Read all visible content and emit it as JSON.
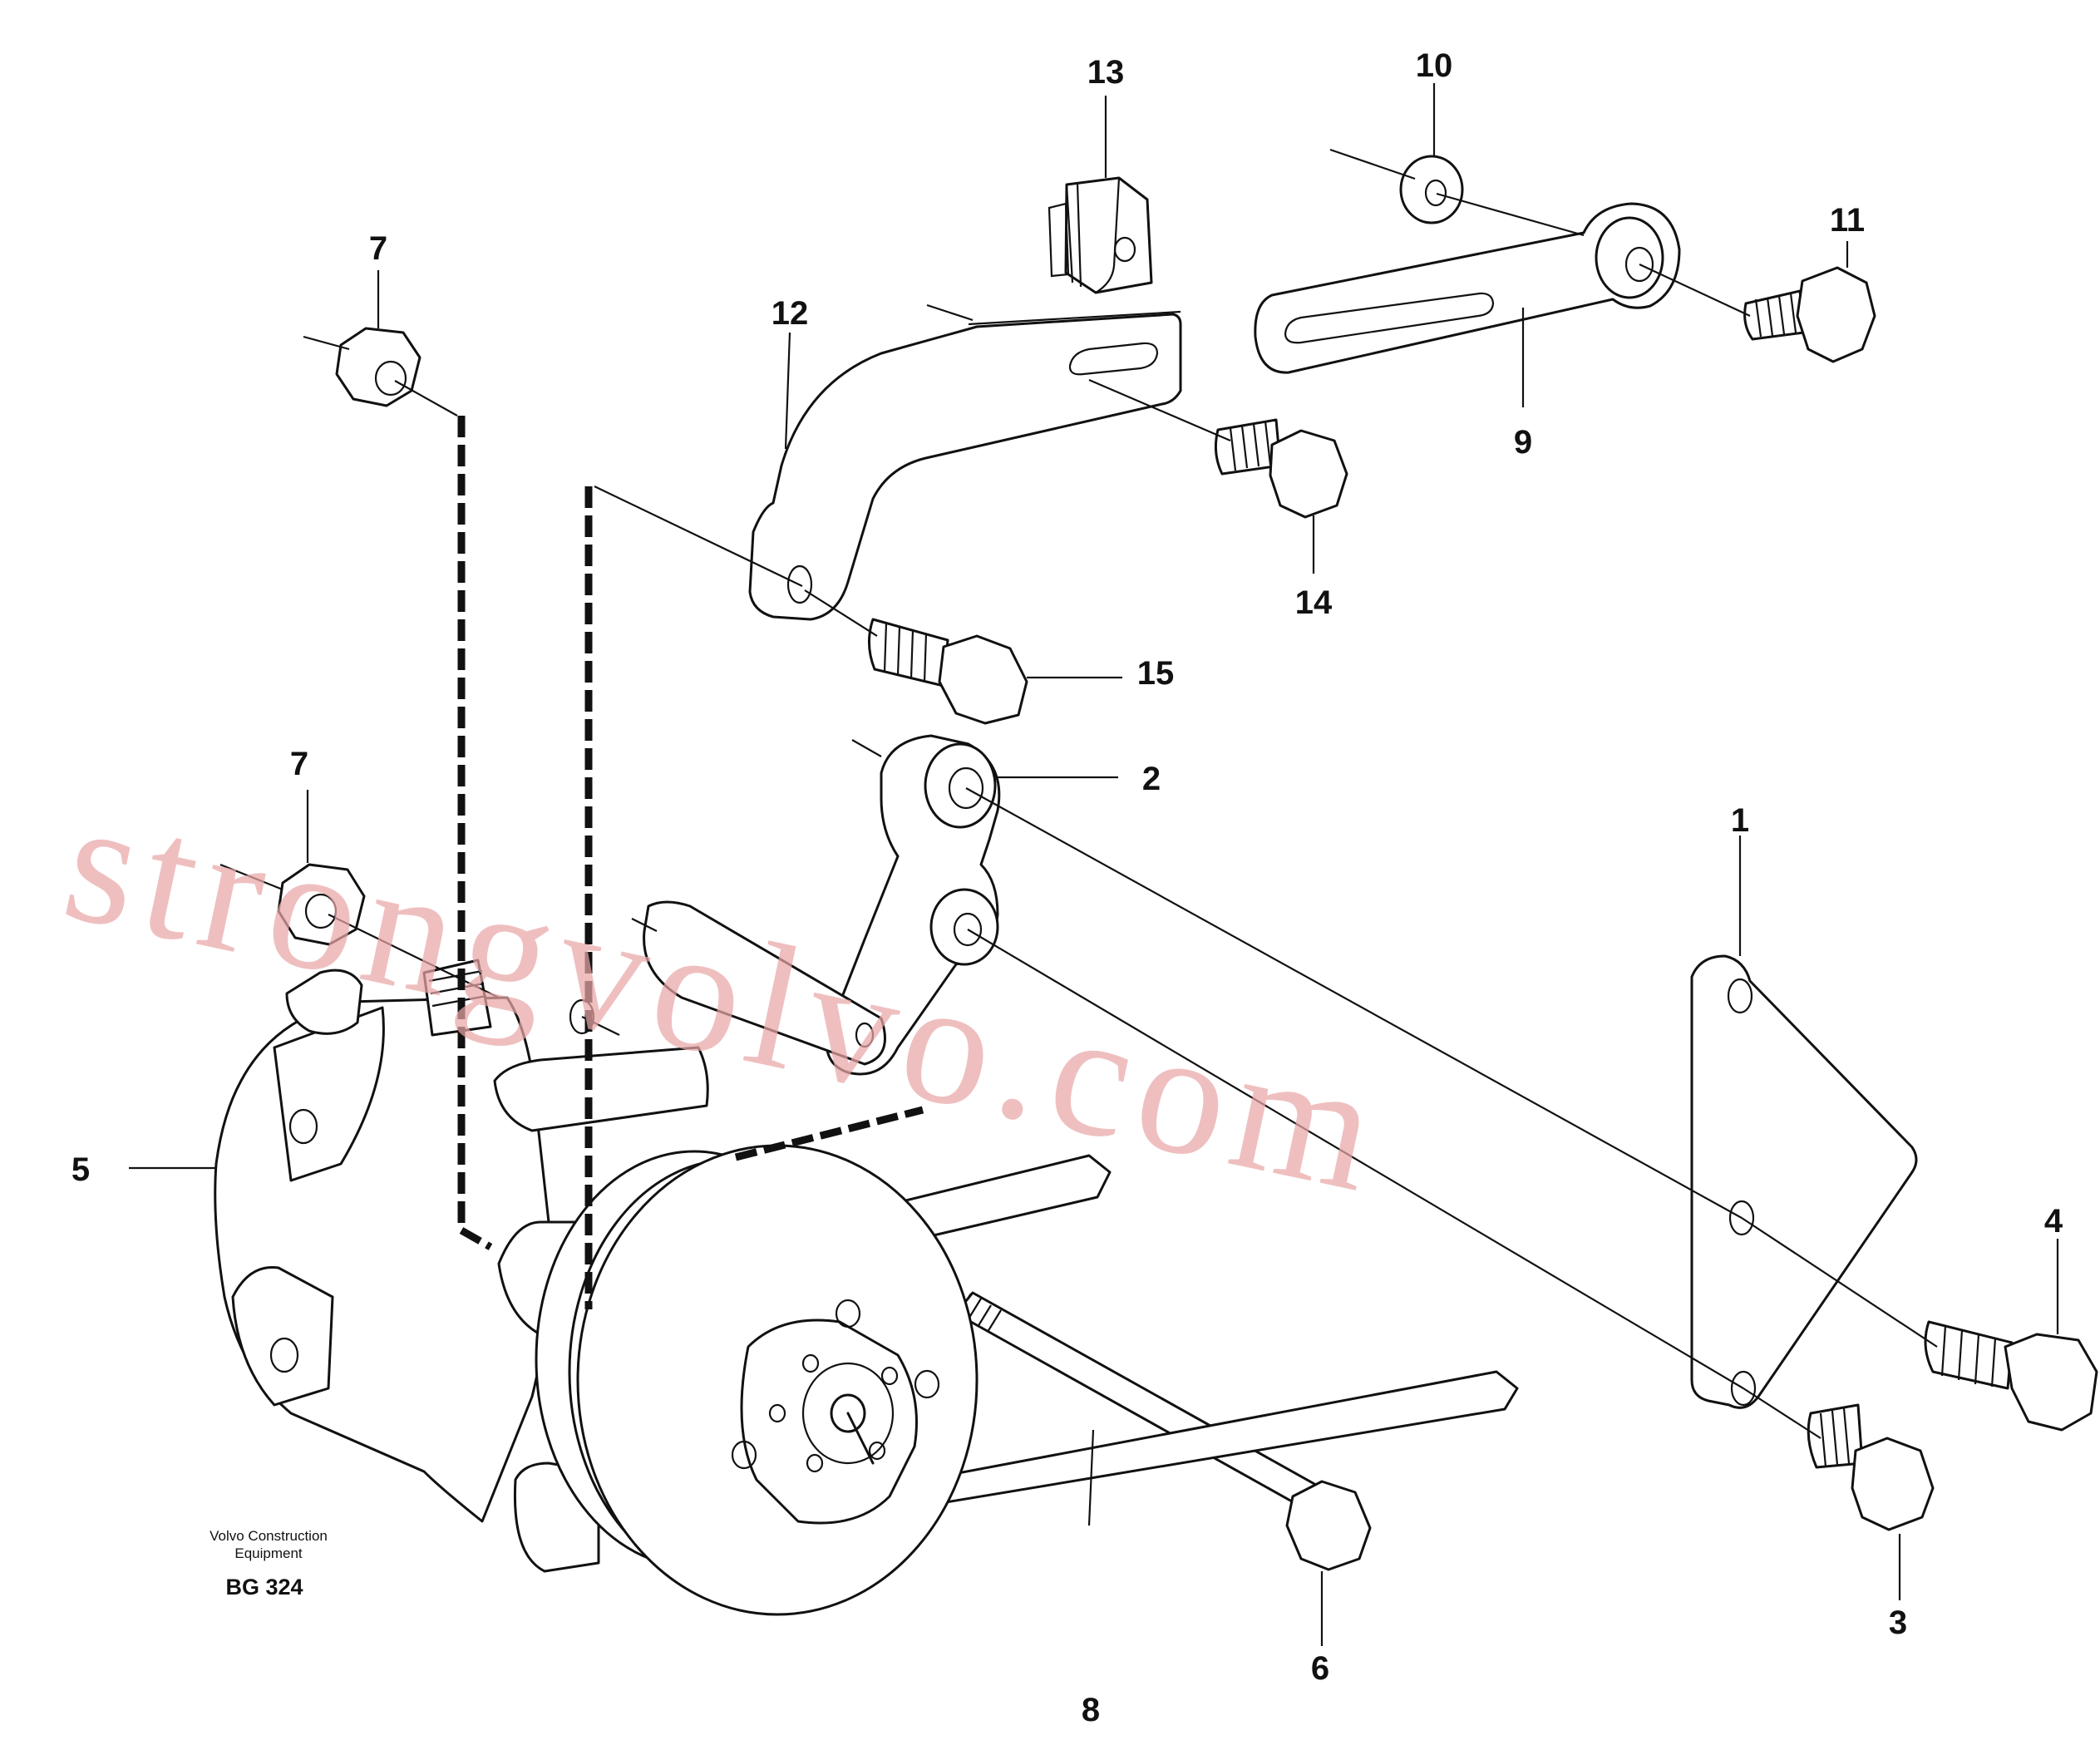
{
  "diagram": {
    "callouts": [
      "1",
      "2",
      "3",
      "4",
      "5",
      "6",
      "7",
      "7",
      "8",
      "9",
      "10",
      "11",
      "12",
      "13",
      "14",
      "15"
    ],
    "brand_line1": "Volvo Construction",
    "brand_line2": "Equipment",
    "code": "BG 324",
    "watermark": "strongvolvo.com"
  }
}
